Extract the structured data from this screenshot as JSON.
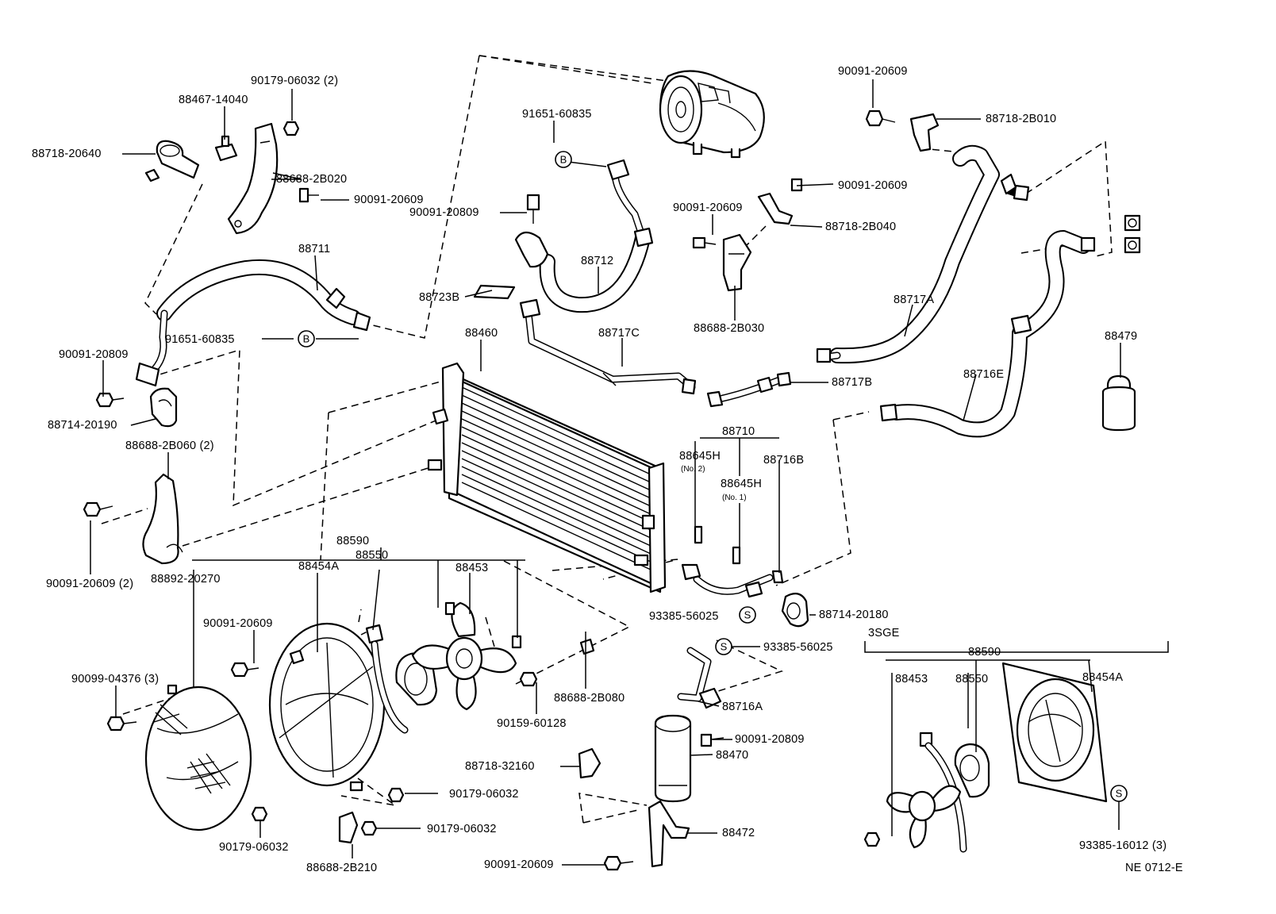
{
  "labels": {
    "p90179_06032_top": "90179-06032 (2)",
    "p88467_14040": "88467-14040",
    "p88718_20640": "88718-20640",
    "p88688_2B020": "88688-2B020",
    "p90091_20609_a": "90091-20609",
    "p91651_60835_a": "91651-60835",
    "p90091_20809_a": "90091-20809",
    "p88712": "88712",
    "p88711": "88711",
    "p88723B": "88723B",
    "p91651_60835_b": "91651-60835",
    "p90091_20809_b": "90091-20809",
    "p88714_20190": "88714-20190",
    "p88688_2B060": "88688-2B060 (2)",
    "p90091_20609_2": "90091-20609 (2)",
    "p88460": "88460",
    "p88717C": "88717C",
    "p90091_20609_b": "90091-20609",
    "p90091_20609_c": "90091-20609",
    "p88718_2B040": "88718-2B040",
    "p88688_2B030": "88688-2B030",
    "p90091_20609_d": "90091-20609",
    "p88718_2B010": "88718-2B010",
    "p88717A": "88717A",
    "p88717B": "88717B",
    "p88716E": "88716E",
    "p88479": "88479",
    "p88710": "88710",
    "p88645H_a": "88645H",
    "p88645H_a_sub": "(No. 2)",
    "p88645H_b": "88645H",
    "p88645H_b_sub": "(No. 1)",
    "p88716B": "88716B",
    "p88590_a": "88590",
    "p88454A_a": "88454A",
    "p88550_a": "88550",
    "p88453_a": "88453",
    "p88892_20270": "88892-20270",
    "p90091_20609_e": "90091-20609",
    "p90099_04376": "90099-04376 (3)",
    "p93385_56025_a": "93385-56025",
    "p88714_20180": "88714-20180",
    "p93385_56025_b": "93385-56025",
    "p88688_2B080": "88688-2B080",
    "p90159_60128": "90159-60128",
    "p88716A": "88716A",
    "p90091_20809_c": "90091-20809",
    "p88470": "88470",
    "p88718_32160": "88718-32160",
    "p90179_06032_a": "90179-06032",
    "p90179_06032_b": "90179-06032",
    "p90179_06032_c": "90179-06032",
    "p88688_2B210": "88688-2B210",
    "p88472": "88472",
    "p90091_20609_f": "90091-20609",
    "engine_variant": "3SGE",
    "p88590_b": "88590",
    "p88453_b": "88453",
    "p88550_b": "88550",
    "p88454A_b": "88454A",
    "p93385_16012": "93385-16012 (3)",
    "figure_code": "NE 0712-E"
  },
  "badges": {
    "b1": "B",
    "b2": "B",
    "s1": "S",
    "s2": "S",
    "s3": "S"
  }
}
